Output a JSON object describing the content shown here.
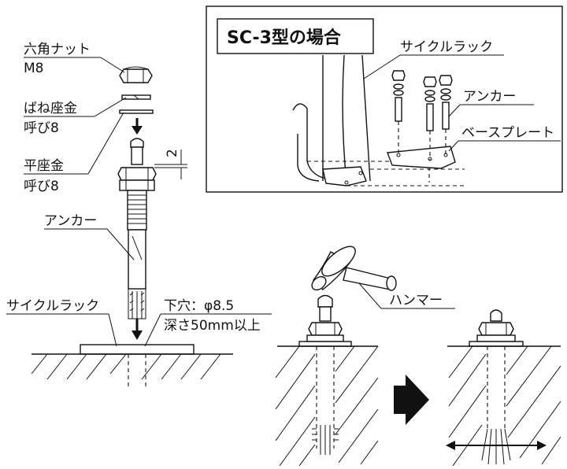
{
  "labels": {
    "hex_nut": "六角ナット",
    "hex_nut_size": "M8",
    "spring_washer": "ばね座金",
    "spring_washer_size": "呼び8",
    "flat_washer": "平座金",
    "flat_washer_size": "呼び8",
    "anchor_left": "アンカー",
    "cycle_rack_left": "サイクルラック",
    "hole_spec": "下穴：φ8.5",
    "depth_spec": "深さ50mm以上",
    "protrusion": "2",
    "inset_title": "SC-3型の場合",
    "inset_cycle_rack": "サイクルラック",
    "inset_anchor": "アンカー",
    "inset_base_plate": "ベースプレート",
    "hammer": "ハンマー"
  },
  "icons": [
    "hex-nut-icon",
    "hammer-icon",
    "arrow-down-icon",
    "arrow-right-icon"
  ]
}
